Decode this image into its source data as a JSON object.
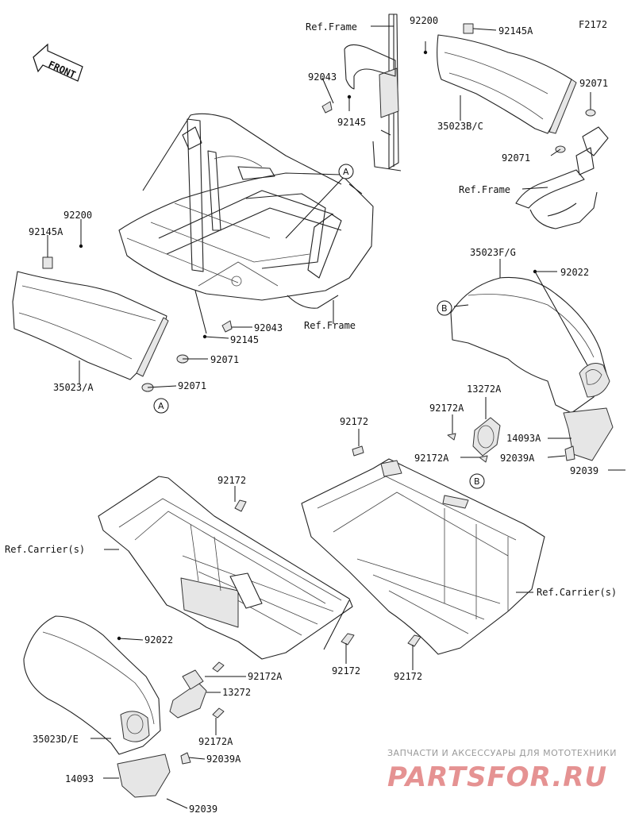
{
  "diagram_code": "F2172",
  "front_label": "FRONT",
  "callouts": {
    "a1": "A",
    "a2": "A",
    "b1": "B",
    "b2": "B"
  },
  "labels": {
    "ref_frame_top": "Ref.Frame",
    "p92200_top": "92200",
    "p92145A_top": "92145A",
    "p92043_top": "92043",
    "p92145_top": "92145",
    "p35023BC": "35023B/C",
    "p92071_top_right": "92071",
    "p92071_top_mid": "92071",
    "ref_frame_right": "Ref.Frame",
    "p92200_left": "92200",
    "p92145A_left": "92145A",
    "p92043_mid": "92043",
    "p92145_mid": "92145",
    "ref_frame_mid": "Ref.Frame",
    "p92071_mid1": "92071",
    "p92071_mid2": "92071",
    "p35023A": "35023/A",
    "p35023FG": "35023F/G",
    "p92022_right": "92022",
    "p13272A": "13272A",
    "p92172A_r1": "92172A",
    "p14093A": "14093A",
    "p92172A_r2": "92172A",
    "p92039A_r": "92039A",
    "p92039_r": "92039",
    "p92172_topmid": "92172",
    "p92172_leftmid": "92172",
    "ref_carrier_left": "Ref.Carrier(s)",
    "ref_carrier_right": "Ref.Carrier(s)",
    "p92022_left": "92022",
    "p92172A_l1": "92172A",
    "p13272": "13272",
    "p35023DE": "35023D/E",
    "p92172A_l2": "92172A",
    "p92039A_l": "92039A",
    "p14093": "14093",
    "p92039_l": "92039",
    "p92172_bot1": "92172",
    "p92172_bot2": "92172"
  },
  "watermark": {
    "tagline": "ЗАПЧАСТИ И АКСЕССУАРЫ ДЛЯ МОТОТЕХНИКИ",
    "brand": "PARTSFOR.RU"
  }
}
